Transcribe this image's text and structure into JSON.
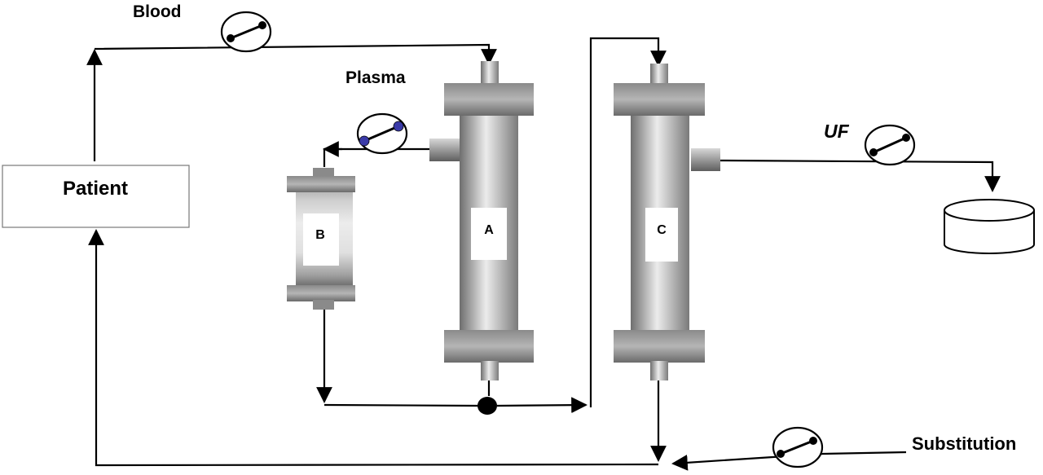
{
  "labels": {
    "blood": "Blood",
    "plasma": "Plasma",
    "patient": "Patient",
    "column_b": "B",
    "column_a": "A",
    "column_c": "C",
    "uf": "UF",
    "substitution": "Substitution"
  },
  "colors": {
    "line": "#000000",
    "pump_plasma_roller": "#3a3aa8",
    "metal_dark": "#6e6e6e",
    "metal_light": "#e6e6e6"
  },
  "icons": {
    "blood_pump": "roller-pump-icon",
    "plasma_pump": "roller-pump-icon",
    "uf_pump": "roller-pump-icon",
    "substitution_pump": "roller-pump-icon",
    "reservoir": "container-icon",
    "junction": "dot-icon"
  }
}
